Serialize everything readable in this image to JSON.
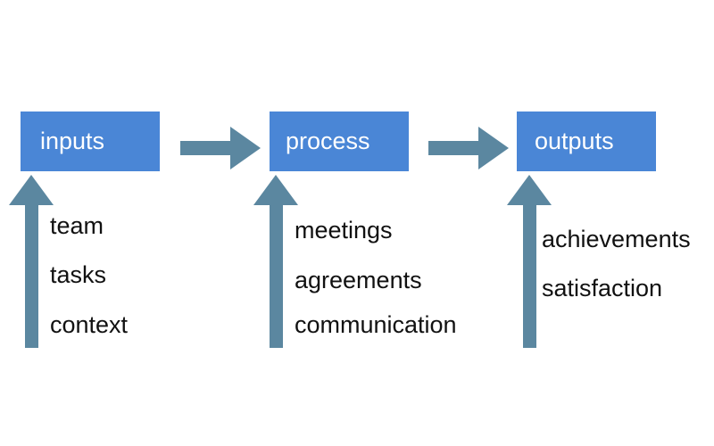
{
  "colors": {
    "box_fill": "#4a86d6",
    "box_text": "#ffffff",
    "arrow": "#5b87a0",
    "label_text": "#111111"
  },
  "stages": [
    {
      "title": "inputs",
      "items": [
        "team",
        "tasks",
        "context"
      ]
    },
    {
      "title": "process",
      "items": [
        "meetings",
        "agreements",
        "communication"
      ]
    },
    {
      "title": "outputs",
      "items": [
        "achievements",
        "satisfaction"
      ]
    }
  ]
}
